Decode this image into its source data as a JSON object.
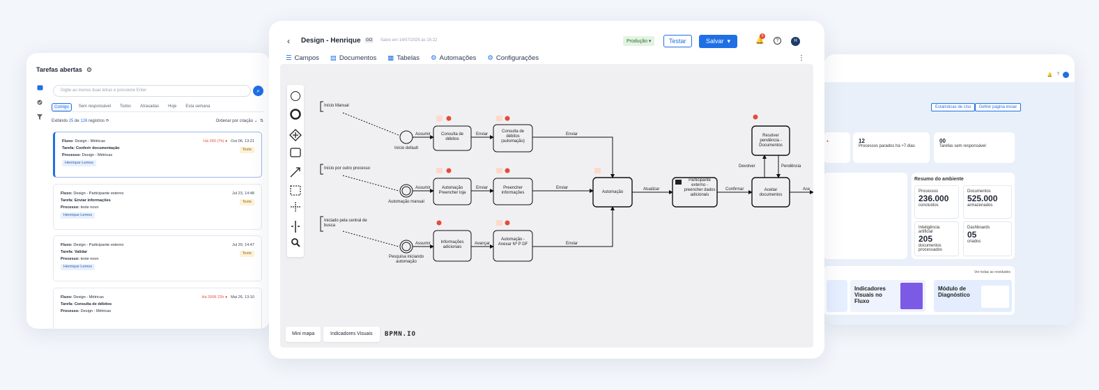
{
  "left": {
    "title": "Tarefas abertas",
    "search_placeholder": "Digite ao menos duas letras e pressione Enter",
    "filters": [
      "Comigo",
      "Sem responsável",
      "Todos",
      "Atrasadas",
      "Hoje",
      "Esta semana"
    ],
    "meta": {
      "prefix": "Exibindo",
      "shown": "25",
      "of": "de",
      "total": "126",
      "suffix": "registros"
    },
    "sort_label": "Ordenar por criação",
    "tasks": [
      {
        "fluxo": "Design - Métricas",
        "late": "Há 260 (7h)",
        "date": "Out 06, 13:21",
        "tarefa": "Conferir documentação",
        "processo": "Design - Métricas",
        "badge": "Teste",
        "user": "Henrique Lemos"
      },
      {
        "fluxo": "Design - Participante externo",
        "late": "",
        "date": "Jul 23, 14:48",
        "tarefa": "Enviar informações",
        "processo": "teste novo",
        "badge": "Teste",
        "user": "Henrique Lemos"
      },
      {
        "fluxo": "Design - Participante externo",
        "late": "",
        "date": "Jul 29, 14:47",
        "tarefa": "Validar",
        "processo": "teste novo",
        "badge": "Teste",
        "user": "Henrique Lemos"
      },
      {
        "fluxo": "Design - Métricas",
        "late": "Há 2006 22h",
        "date": "Mai 26, 13:10",
        "tarefa": "Consulta de débitos",
        "processo": "Design - Métricas",
        "badge": "",
        "user": ""
      }
    ],
    "labels": {
      "fluxo": "Fluxo:",
      "tarefa": "Tarefa:",
      "processo": "Processo:"
    }
  },
  "center": {
    "title": "Design - Henrique",
    "tag": "GO",
    "saved": "Salvo em 14/07/2025 às 15:22",
    "env": "Produção",
    "test_btn": "Testar",
    "save_btn": "Salvar",
    "notif_count": "9",
    "avatar": "H",
    "tabs": [
      "Campos",
      "Documentos",
      "Tabelas",
      "Automações",
      "Configurações"
    ],
    "bottom": {
      "minimap": "Mini mapa",
      "indicators": "Indicadores Visuais",
      "brand": "BPMN.IO"
    },
    "diagram": {
      "annotations": [
        "Início Manual",
        "Início por outro processo",
        "Iniciado pela central de busca"
      ],
      "events": [
        "Início default",
        "Automação manual",
        "Pesquisa iniciando automação"
      ],
      "tasks": [
        "Consulta de débitos",
        "Consulta de débitos (automação)",
        "Automação Preencher loja",
        "Preencher informações",
        "Informações adicionais",
        "Automação - Anexar Nº P DF",
        "Automação",
        "Participante externo - preencher dados adicionais",
        "Aceitar documentos",
        "Resolver pendência - Documentos"
      ],
      "flows": [
        "Assumir",
        "Enviar",
        "Enviar",
        "Assumir",
        "Enviar",
        "Enviar",
        "Assumir",
        "Avançar",
        "Enviar",
        "Atualizar",
        "Confirmar",
        "Devolver",
        "Pendência",
        "Ace"
      ]
    }
  },
  "right": {
    "buttons": [
      "Estatísticas de Uso",
      "Definir página inicial"
    ],
    "stats": [
      {
        "num": "12",
        "label": "Processos parados há +7 dias"
      },
      {
        "num": "00",
        "label": "Tarefas sem responsável"
      }
    ],
    "summary_title": "Resumo do ambiente",
    "summary": [
      {
        "label": "Processos",
        "num": "236.000",
        "sub": "concluídos"
      },
      {
        "label": "Documentos",
        "num": "525.000",
        "sub": "armazenados"
      },
      {
        "label": "Inteligência artificial",
        "num": "205",
        "sub": "documentos processados"
      },
      {
        "label": "Dashboards",
        "num": "05",
        "sub": "criados"
      }
    ],
    "news_link": "Ver todas as novidades",
    "news": [
      "Indicadores Visuais no Fluxo",
      "Módulo de Diagnóstico"
    ]
  },
  "colors": {
    "accent": "#1f6fe5",
    "late": "#e44b3a",
    "env": "#e3f3e3"
  }
}
